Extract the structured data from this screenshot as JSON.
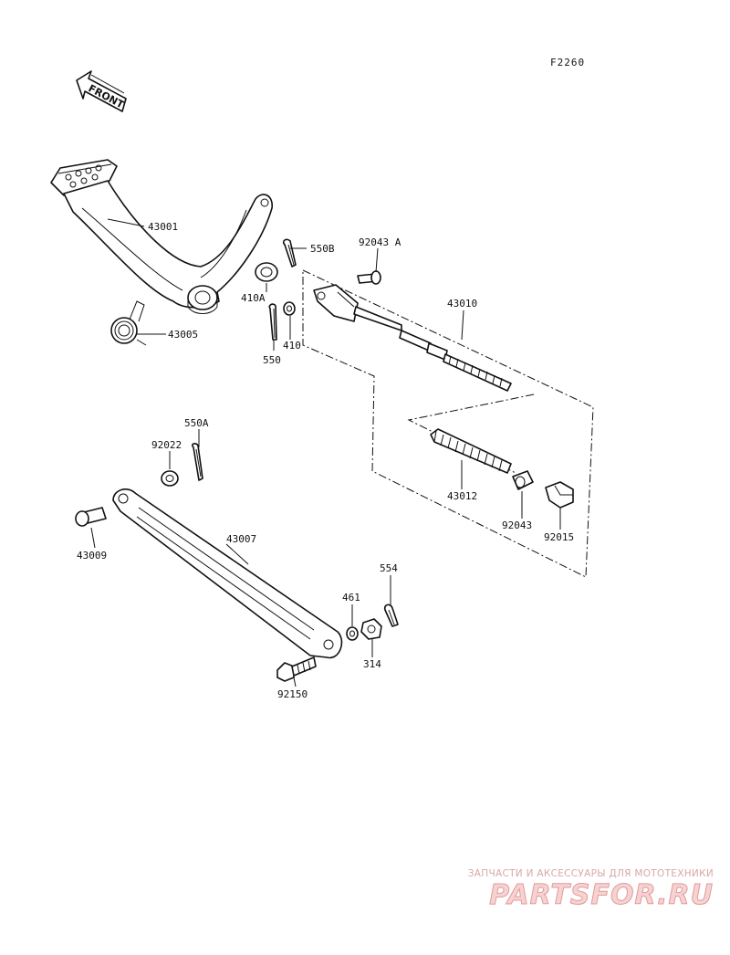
{
  "figure_code": "F2260",
  "front_arrow_label": "FRONT",
  "parts": [
    {
      "id": "43001",
      "label": "43001"
    },
    {
      "id": "550B",
      "label": "550B"
    },
    {
      "id": "92043A",
      "label": "92043 A"
    },
    {
      "id": "410A",
      "label": "410A"
    },
    {
      "id": "43010",
      "label": "43010"
    },
    {
      "id": "43005",
      "label": "43005"
    },
    {
      "id": "550",
      "label": "550"
    },
    {
      "id": "410",
      "label": "410"
    },
    {
      "id": "550A",
      "label": "550A"
    },
    {
      "id": "92022",
      "label": "92022"
    },
    {
      "id": "43012",
      "label": "43012"
    },
    {
      "id": "92043",
      "label": "92043"
    },
    {
      "id": "92015",
      "label": "92015"
    },
    {
      "id": "43007",
      "label": "43007"
    },
    {
      "id": "43009",
      "label": "43009"
    },
    {
      "id": "554",
      "label": "554"
    },
    {
      "id": "461",
      "label": "461"
    },
    {
      "id": "314",
      "label": "314"
    },
    {
      "id": "92150",
      "label": "92150"
    }
  ],
  "watermark": {
    "tagline": "ЗАПЧАСТИ И АКСЕССУАРЫ ДЛЯ МОТОТЕХНИКИ",
    "logo": "PARTSFOR.RU",
    "colors": {
      "text": "#d9a6a6",
      "logo_fill": "#f6d2d2",
      "logo_stroke": "#e39a9a"
    }
  }
}
